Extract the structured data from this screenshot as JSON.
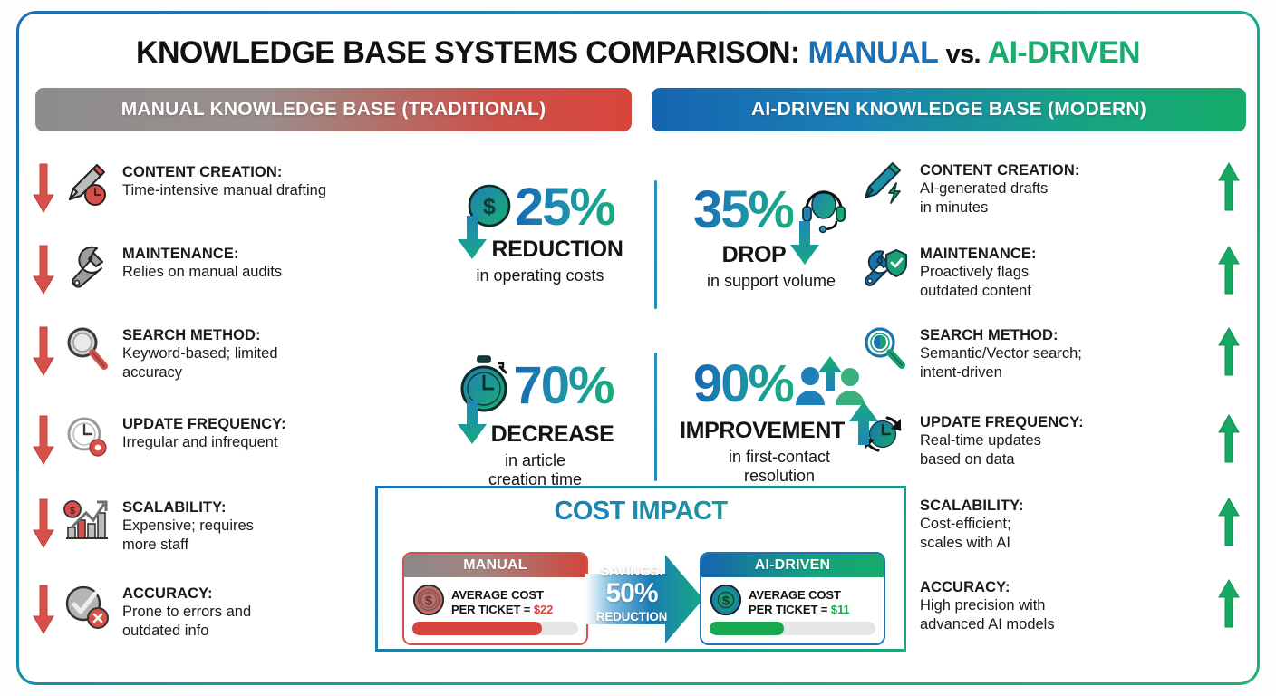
{
  "title": {
    "main": "KNOWLEDGE BASE SYSTEMS COMPARISON:",
    "manual": "MANUAL",
    "vs": "vs.",
    "ai": "AI-DRIVEN"
  },
  "colors": {
    "manual_red": "#d8453c",
    "ai_blue": "#1565b0",
    "ai_green": "#16ab68",
    "teal": "#1e8cb0",
    "gray": "#8d8d8d"
  },
  "headers": {
    "manual": "MANUAL KNOWLEDGE BASE (TRADITIONAL)",
    "ai": "AI-DRIVEN KNOWLEDGE BASE (MODERN)"
  },
  "manual_items": [
    {
      "icon": "pencil-clock-icon",
      "arrow": "down-arrow-icon",
      "title": "CONTENT CREATION:",
      "desc": "Time-intensive manual drafting"
    },
    {
      "icon": "wrench-icon",
      "arrow": "down-arrow-icon",
      "title": "MAINTENANCE:",
      "desc": "Relies on manual audits"
    },
    {
      "icon": "magnifier-icon",
      "arrow": "down-arrow-icon",
      "title": "SEARCH METHOD:",
      "desc": "Keyword-based; limited\naccuracy"
    },
    {
      "icon": "clock-gear-icon",
      "arrow": "down-arrow-icon",
      "title": "UPDATE FREQUENCY:",
      "desc": "Irregular and infrequent"
    },
    {
      "icon": "bar-chart-dollar-icon",
      "arrow": "down-arrow-icon",
      "title": "SCALABILITY:",
      "desc": "Expensive; requires\nmore staff"
    },
    {
      "icon": "check-error-icon",
      "arrow": "down-arrow-icon",
      "title": "ACCURACY:",
      "desc": "Prone to errors and\noutdated info"
    }
  ],
  "ai_items": [
    {
      "icon": "pencil-bolt-icon",
      "arrow": "up-arrow-icon",
      "title": "CONTENT CREATION:",
      "desc": "AI-generated drafts\nin minutes"
    },
    {
      "icon": "wrench-shield-icon",
      "arrow": "up-arrow-icon",
      "title": "MAINTENANCE:",
      "desc": "Proactively flags\noutdated content"
    },
    {
      "icon": "magnifier-brain-icon",
      "arrow": "up-arrow-icon",
      "title": "SEARCH METHOD:",
      "desc": "Semantic/Vector search;\nintent-driven"
    },
    {
      "icon": "clock-refresh-icon",
      "arrow": "up-arrow-icon",
      "title": "UPDATE FREQUENCY:",
      "desc": "Real-time updates\nbased on data"
    },
    {
      "icon": "rocket-cloud-icon",
      "arrow": "up-arrow-icon",
      "title": "SCALABILITY:",
      "desc": "Cost-efficient;\nscales with AI"
    },
    {
      "icon": "shield-check-icon",
      "arrow": "up-arrow-icon",
      "title": "ACCURACY:",
      "desc": "High precision with\nadvanced AI models"
    }
  ],
  "stats": [
    {
      "icon": "dollar-coin-icon",
      "percent": "25%",
      "word": "REDUCTION",
      "sub": "in operating costs",
      "trend": "down-arrow-icon"
    },
    {
      "icon": "headset-icon",
      "percent": "35%",
      "word": "DROP",
      "sub": "in support volume",
      "trend": "down-arrow-icon"
    },
    {
      "icon": "stopwatch-icon",
      "percent": "70%",
      "word": "DECREASE",
      "sub": "in article\ncreation time",
      "trend": "down-arrow-icon"
    },
    {
      "icon": "people-up-icon",
      "percent": "90%",
      "word": "IMPROVEMENT",
      "sub": "in first-contact\nresolution",
      "trend": "up-arrow-icon"
    }
  ],
  "cost": {
    "title": "COST IMPACT",
    "manual": {
      "header": "MANUAL",
      "line1": "AVERAGE COST",
      "line2_prefix": "PER TICKET = ",
      "amount": "$22",
      "bar_percent": 78,
      "icon": "dollar-coin-red-icon"
    },
    "ai": {
      "header": "AI-DRIVEN",
      "line1": "AVERAGE COST",
      "line2_prefix": "PER TICKET = ",
      "amount": "$11",
      "bar_percent": 45,
      "icon": "dollar-coin-teal-icon"
    },
    "savings": {
      "label": "SAVINGS:",
      "value": "50%",
      "unit": "REDUCTION"
    }
  },
  "chart_data": {
    "type": "bar",
    "title": "COST IMPACT — Average cost per ticket",
    "categories": [
      "MANUAL",
      "AI-DRIVEN"
    ],
    "values": [
      22,
      11
    ],
    "ylabel": "Average cost per ticket (USD)",
    "annotations": [
      "SAVINGS: 50% REDUCTION"
    ],
    "metrics": [
      {
        "label": "REDUCTION in operating costs",
        "value": 25,
        "unit": "%",
        "direction": "down"
      },
      {
        "label": "DROP in support volume",
        "value": 35,
        "unit": "%",
        "direction": "down"
      },
      {
        "label": "DECREASE in article creation time",
        "value": 70,
        "unit": "%",
        "direction": "down"
      },
      {
        "label": "IMPROVEMENT in first-contact resolution",
        "value": 90,
        "unit": "%",
        "direction": "up"
      }
    ]
  }
}
